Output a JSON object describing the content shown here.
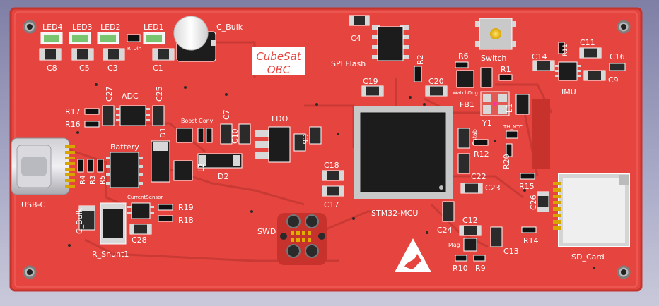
{
  "board": {
    "colors": {
      "pcb": "#e6443e",
      "pcb_dark": "#b7322f",
      "edge": "#d23a35",
      "pad": "#d8d8d8",
      "ic_body": "#1c1c1c",
      "silk": "#ffffff",
      "background": "#a7a8c6"
    },
    "title_line1": "CubeSat",
    "title_line2": "OBC"
  },
  "labels": {
    "led4": "LED4",
    "led3": "LED3",
    "led2": "LED2",
    "led1": "LED1",
    "r_din": "R_Din",
    "c_bulk_top": "C_Bulk",
    "c8": "C8",
    "c5": "C5",
    "c3": "C3",
    "c1": "C1",
    "c4": "C4",
    "spi_flash": "SPI Flash",
    "r2": "R2",
    "switch": "Switch",
    "r6": "R6",
    "r1": "R1",
    "c14": "C14",
    "r11": "R11",
    "c11": "C11",
    "c16": "C16",
    "c9": "C9",
    "imu": "IMU",
    "c19": "C19",
    "c20": "C20",
    "watchdog": "WatchDog",
    "fb1": "FB1",
    "l1": "L1",
    "y1": "Y1",
    "th_ntc": "TH_NTC",
    "r12": "R12",
    "c22": "C22",
    "c23": "C23",
    "r20": "R20",
    "cstab": "Cstab",
    "c27": "C27",
    "adc": "ADC",
    "c25": "C25",
    "r17": "R17",
    "r16": "R16",
    "boost_conv": "Boost Conv",
    "c7": "C7",
    "c10": "C10",
    "ldo": "LDO",
    "c6": "C6",
    "d1": "D1",
    "d2": "D2",
    "l2": "L2",
    "battery": "Battery",
    "r4": "R4",
    "r3": "R3",
    "r5": "R5",
    "current_sensor": "CurrentSensor",
    "r19": "R19",
    "r18": "R18",
    "c28": "C28",
    "usb_c": "USB-C",
    "c_bulk_bottom": "C_Bulk",
    "r_shunt1": "R_Shunt1",
    "c18": "C18",
    "c17": "C17",
    "stm32": "STM32-MCU",
    "swd": "SWD",
    "c24": "C24",
    "c12": "C12",
    "mag": "Mag",
    "c13": "C13",
    "r10": "R10",
    "r9": "R9",
    "r15": "R15",
    "c26": "C26",
    "r14": "R14",
    "sd_card": "SD_Card"
  }
}
